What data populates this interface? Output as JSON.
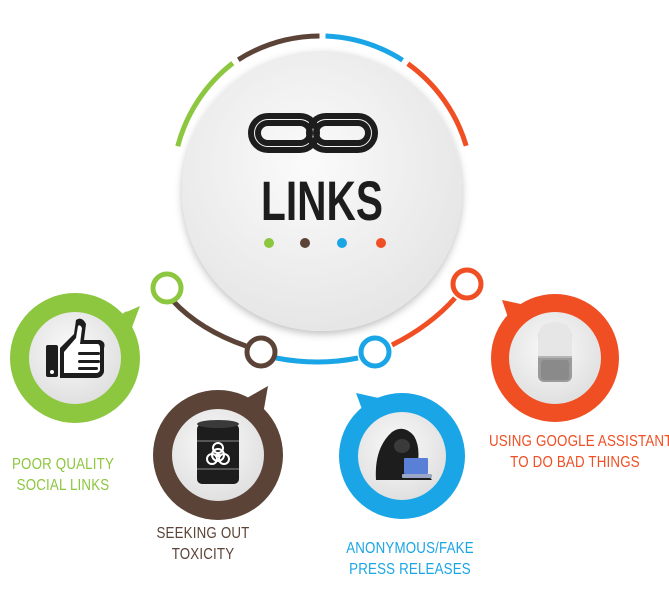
{
  "title": "LINKS",
  "colors": {
    "green": "#8dc63f",
    "brown": "#5b4337",
    "blue": "#1aa5e6",
    "red": "#f04e23",
    "circle_fill": "#f1f1f1"
  },
  "center_icon": "chain-link-icon",
  "items": [
    {
      "lines": [
        "POOR QUALITY",
        "SOCIAL LINKS"
      ],
      "color": "green",
      "icon": "thumbs-up-icon"
    },
    {
      "lines": [
        "SEEKING OUT",
        "TOXICITY"
      ],
      "color": "brown",
      "icon": "biohazard-barrel-icon"
    },
    {
      "lines": [
        "ANONYMOUS/FAKE",
        "PRESS RELEASES"
      ],
      "color": "blue",
      "icon": "hooded-hacker-icon"
    },
    {
      "lines": [
        "USING GOOGLE ASSISTANT",
        "TO DO BAD THINGS"
      ],
      "color": "red",
      "icon": "smart-speaker-icon"
    }
  ]
}
